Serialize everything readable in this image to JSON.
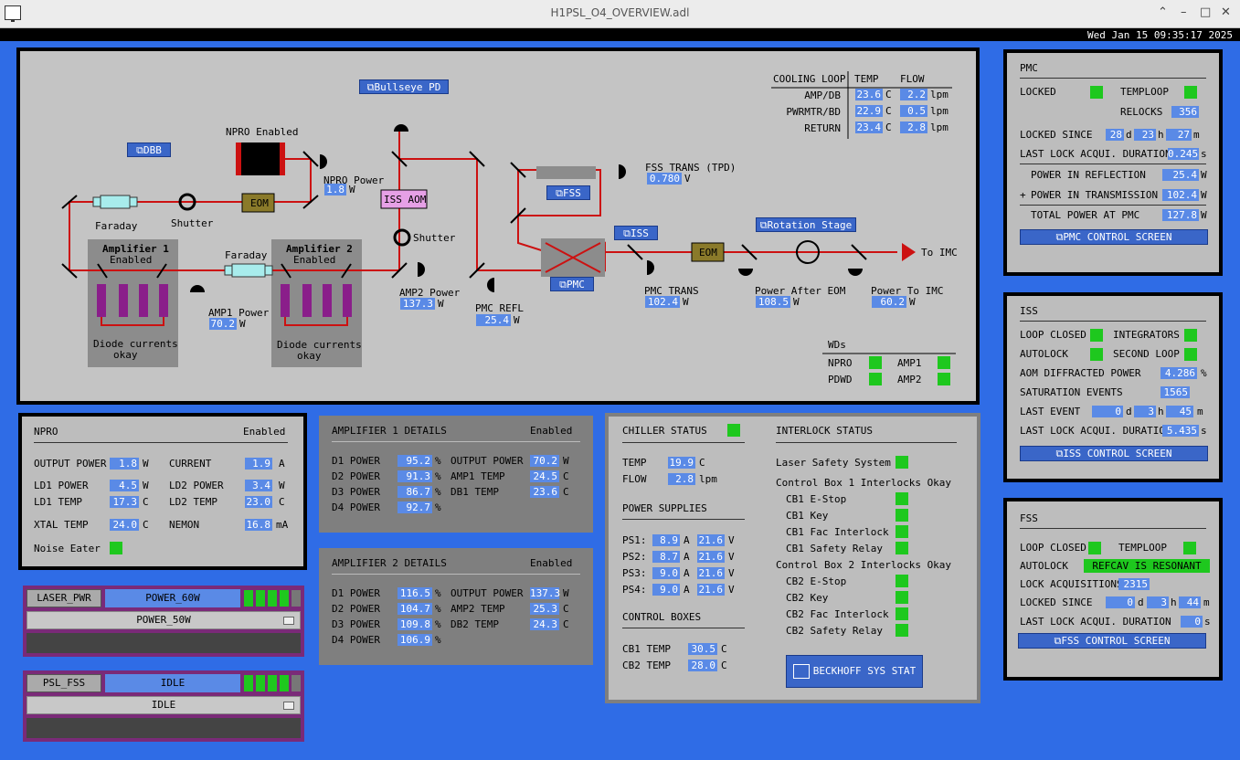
{
  "window": {
    "title": "H1PSL_O4_OVERVIEW.adl",
    "date": "Wed Jan 15 09:35:17 2025"
  },
  "colors": {
    "led_green": "#1ec81e",
    "value_blue": "#5a8ae6",
    "beam_red": "#cc1111",
    "panel_gray": "#bdbdbd",
    "background_blue": "#2f6ce6"
  },
  "diagram": {
    "bullseye_btn": "Bullseye PD",
    "dbb_btn": "DBB",
    "npro_enabled": "NPRO Enabled",
    "npro_power_label": "NPRO Power",
    "npro_power": "1.8",
    "faraday1": "Faraday",
    "shutter1": "Shutter",
    "eom1": "EOM",
    "iss_aom": "ISS AOM",
    "shutter2": "Shutter",
    "amp1_title": "Amplifier 1",
    "amp1_enabled": "Enabled",
    "amp1_diode": "Diode currents",
    "amp1_okay": "okay",
    "amp2_title": "Amplifier 2",
    "amp2_enabled": "Enabled",
    "amp2_diode": "Diode currents",
    "amp2_okay": "okay",
    "faraday2": "Faraday",
    "amp1_power_label": "AMP1 Power",
    "amp1_power": "70.2",
    "amp2_power_label": "AMP2 Power",
    "amp2_power": "137.3",
    "pmc_refl_label": "PMC REFL",
    "pmc_refl": "25.4",
    "fss_trans_label": "FSS TRANS (TPD)",
    "fss_trans": "0.780",
    "fss_btn": "FSS",
    "iss_btn": "ISS",
    "pmc_btn": "PMC",
    "rotation_btn": "Rotation Stage",
    "eom2": "EOM",
    "to_imc": "To IMC",
    "pmc_trans_label": "PMC TRANS",
    "pmc_trans": "102.4",
    "power_after_eom_label": "Power After EOM",
    "power_after_eom": "108.5",
    "power_to_imc_label": "Power To IMC",
    "power_to_imc": "60.2",
    "unit_w": "W",
    "unit_v": "V",
    "cooling": {
      "title": "COOLING LOOP",
      "temp_hdr": "TEMP",
      "flow_hdr": "FLOW",
      "rows": [
        {
          "name": "AMP/DB",
          "temp": "23.6",
          "flow": "2.2"
        },
        {
          "name": "PWRMTR/BD",
          "temp": "22.9",
          "flow": "0.5"
        },
        {
          "name": "RETURN",
          "temp": "23.4",
          "flow": "2.8"
        }
      ],
      "temp_unit": "C",
      "flow_unit": "lpm"
    },
    "wds": {
      "title": "WDs",
      "npro": "NPRO",
      "amp1": "AMP1",
      "pdwd": "PDWD",
      "amp2": "AMP2"
    }
  },
  "pmc": {
    "title": "PMC",
    "locked": "LOCKED",
    "temploop": "TEMPLOOP",
    "relocks_label": "RELOCKS",
    "relocks": "356",
    "locked_since": "LOCKED SINCE",
    "ls_d": "28",
    "ls_h": "23",
    "ls_m": "27",
    "last_lock": "LAST LOCK ACQUI. DURATION",
    "last_lock_val": "0.245",
    "unit_s": "s",
    "refl_label": "POWER IN REFLECTION",
    "refl": "25.4",
    "plus": "+",
    "trans_label": "POWER IN TRANSMISSION",
    "trans": "102.4",
    "total_label": "TOTAL POWER AT PMC",
    "total": "127.8",
    "control_btn": "PMC CONTROL SCREEN",
    "d": "d",
    "h": "h",
    "m": "m",
    "w": "W"
  },
  "iss": {
    "title": "ISS",
    "loop_closed": "LOOP CLOSED",
    "integrators": "INTEGRATORS",
    "autolock": "AUTOLOCK",
    "second_loop": "SECOND LOOP",
    "aom_label": "AOM DIFFRACTED POWER",
    "aom": "4.286",
    "pct": "%",
    "sat_label": "SATURATION EVENTS",
    "sat": "1565",
    "last_event": "LAST EVENT",
    "le_d": "0",
    "le_h": "3",
    "le_m": "45",
    "last_lock": "LAST LOCK ACQUI. DURATION",
    "last_lock_val": "5.435",
    "unit_s": "s",
    "control_btn": "ISS CONTROL SCREEN",
    "d": "d",
    "h": "h",
    "m": "m"
  },
  "fss": {
    "title": "FSS",
    "loop_closed": "LOOP CLOSED",
    "temploop": "TEMPLOOP",
    "autolock": "AUTOLOCK",
    "refcav": "REFCAV IS RESONANT",
    "lock_acq_label": "LOCK ACQUISITIONS",
    "lock_acq": "2315",
    "locked_since": "LOCKED SINCE",
    "ls_d": "0",
    "ls_h": "3",
    "ls_m": "44",
    "last_lock": "LAST LOCK ACQUI. DURATION",
    "last_lock_val": "0",
    "unit_s": "s",
    "control_btn": "FSS CONTROL SCREEN",
    "d": "d",
    "h": "h",
    "m": "m"
  },
  "npro": {
    "title": "NPRO",
    "enabled": "Enabled",
    "out_label": "OUTPUT POWER",
    "out": "1.8",
    "out_unit": "W",
    "cur_label": "CURRENT",
    "cur": "1.9",
    "cur_unit": "A",
    "ld1p_label": "LD1 POWER",
    "ld1p": "4.5",
    "ld1p_unit": "W",
    "ld2p_label": "LD2 POWER",
    "ld2p": "3.4",
    "ld2p_unit": "W",
    "ld1t_label": "LD1 TEMP",
    "ld1t": "17.3",
    "ld1t_unit": "C",
    "ld2t_label": "LD2 TEMP",
    "ld2t": "23.0",
    "ld2t_unit": "C",
    "xtal_label": "XTAL TEMP",
    "xtal": "24.0",
    "xtal_unit": "C",
    "nemon_label": "NEMON",
    "nemon": "16.8",
    "nemon_unit": "mA",
    "noise_label": "Noise Eater"
  },
  "amp1": {
    "title": "AMPLIFIER 1 DETAILS",
    "enabled": "Enabled",
    "d1_label": "D1 POWER",
    "d1": "95.2",
    "d2_label": "D2 POWER",
    "d2": "91.3",
    "d3_label": "D3 POWER",
    "d3": "86.7",
    "d4_label": "D4 POWER",
    "d4": "92.7",
    "out_label": "OUTPUT POWER",
    "out": "70.2",
    "temp_label": "AMP1 TEMP",
    "temp": "24.5",
    "db_label": "DB1 TEMP",
    "db": "23.6",
    "pct": "%",
    "w": "W",
    "c": "C"
  },
  "amp2": {
    "title": "AMPLIFIER 2 DETAILS",
    "enabled": "Enabled",
    "d1_label": "D1 POWER",
    "d1": "116.5",
    "d2_label": "D2 POWER",
    "d2": "104.7",
    "d3_label": "D3 POWER",
    "d3": "109.8",
    "d4_label": "D4 POWER",
    "d4": "106.9",
    "out_label": "OUTPUT POWER",
    "out": "137.3",
    "temp_label": "AMP2 TEMP",
    "temp": "25.3",
    "db_label": "DB2 TEMP",
    "db": "24.3",
    "pct": "%",
    "w": "W",
    "c": "C"
  },
  "chiller": {
    "title": "CHILLER STATUS",
    "temp_label": "TEMP",
    "temp": "19.9",
    "temp_unit": "C",
    "flow_label": "FLOW",
    "flow": "2.8",
    "flow_unit": "lpm",
    "ps_title": "POWER SUPPLIES",
    "ps": [
      {
        "name": "PS1:",
        "a": "8.9",
        "v": "21.6"
      },
      {
        "name": "PS2:",
        "a": "8.7",
        "v": "21.6"
      },
      {
        "name": "PS3:",
        "a": "9.0",
        "v": "21.6"
      },
      {
        "name": "PS4:",
        "a": "9.0",
        "v": "21.6"
      }
    ],
    "a_unit": "A",
    "v_unit": "V",
    "cb_title": "CONTROL BOXES",
    "cb1_label": "CB1 TEMP",
    "cb1": "30.5",
    "cb2_label": "CB2 TEMP",
    "cb2": "28.0",
    "c_unit": "C"
  },
  "interlock": {
    "title": "INTERLOCK STATUS",
    "laser_safety": "Laser Safety System",
    "cb1_title": "Control Box 1 Interlocks Okay",
    "cb1_items": [
      "CB1 E-Stop",
      "CB1 Key",
      "CB1 Fac Interlock",
      "CB1 Safety Relay"
    ],
    "cb2_title": "Control Box 2 Interlocks Okay",
    "cb2_items": [
      "CB2 E-Stop",
      "CB2 Key",
      "CB2 Fac Interlock",
      "CB2 Safety Relay"
    ],
    "beckhoff_btn": "BECKHOFF SYS STAT"
  },
  "laser_pwr": {
    "label": "LASER_PWR",
    "state": "POWER_60W",
    "menu": "POWER_50W"
  },
  "psl_fss": {
    "label": "PSL_FSS",
    "state": "IDLE",
    "menu": "IDLE"
  }
}
